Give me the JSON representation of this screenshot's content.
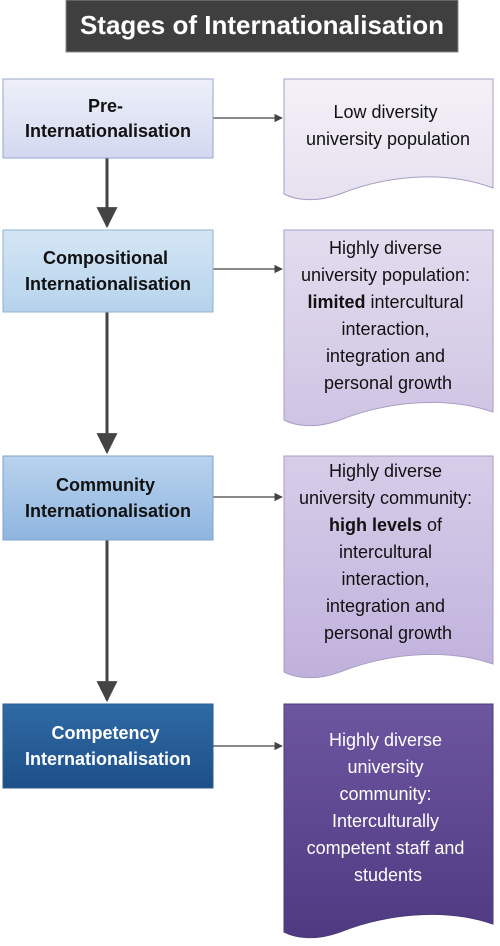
{
  "title": "Stages of Internationalisation",
  "stages": [
    {
      "lines": [
        "Pre-",
        "Internationalisation"
      ]
    },
    {
      "lines": [
        "Compositional",
        "Internationalisation"
      ]
    },
    {
      "lines": [
        "Community",
        "Internationalisation"
      ]
    },
    {
      "lines": [
        "Competency",
        "Internationalisation"
      ]
    }
  ],
  "outcomes": [
    {
      "lines": [
        [
          {
            "text": "Low diversity",
            "bold": false
          }
        ],
        [
          {
            "text": "university population",
            "bold": false
          }
        ]
      ]
    },
    {
      "lines": [
        [
          {
            "text": "Highly diverse",
            "bold": false
          }
        ],
        [
          {
            "text": "university population:",
            "bold": false
          }
        ],
        [
          {
            "text": "limited",
            "bold": true
          },
          {
            "text": " intercultural",
            "bold": false
          }
        ],
        [
          {
            "text": "interaction,",
            "bold": false
          }
        ],
        [
          {
            "text": "integration and",
            "bold": false
          }
        ],
        [
          {
            "text": "personal growth",
            "bold": false
          }
        ]
      ]
    },
    {
      "lines": [
        [
          {
            "text": "Highly diverse",
            "bold": false
          }
        ],
        [
          {
            "text": "university community:",
            "bold": false
          }
        ],
        [
          {
            "text": "high levels",
            "bold": true
          },
          {
            "text": " of",
            "bold": false
          }
        ],
        [
          {
            "text": "intercultural",
            "bold": false
          }
        ],
        [
          {
            "text": "interaction,",
            "bold": false
          }
        ],
        [
          {
            "text": "integration and",
            "bold": false
          }
        ],
        [
          {
            "text": "personal growth",
            "bold": false
          }
        ]
      ]
    },
    {
      "lines": [
        [
          {
            "text": "Highly diverse",
            "bold": false
          }
        ],
        [
          {
            "text": "university",
            "bold": false
          }
        ],
        [
          {
            "text": "community:",
            "bold": false
          }
        ],
        [
          {
            "text": "Interculturally",
            "bold": false
          }
        ],
        [
          {
            "text": "competent staff and",
            "bold": false
          }
        ],
        [
          {
            "text": "students",
            "bold": false
          }
        ]
      ]
    }
  ]
}
